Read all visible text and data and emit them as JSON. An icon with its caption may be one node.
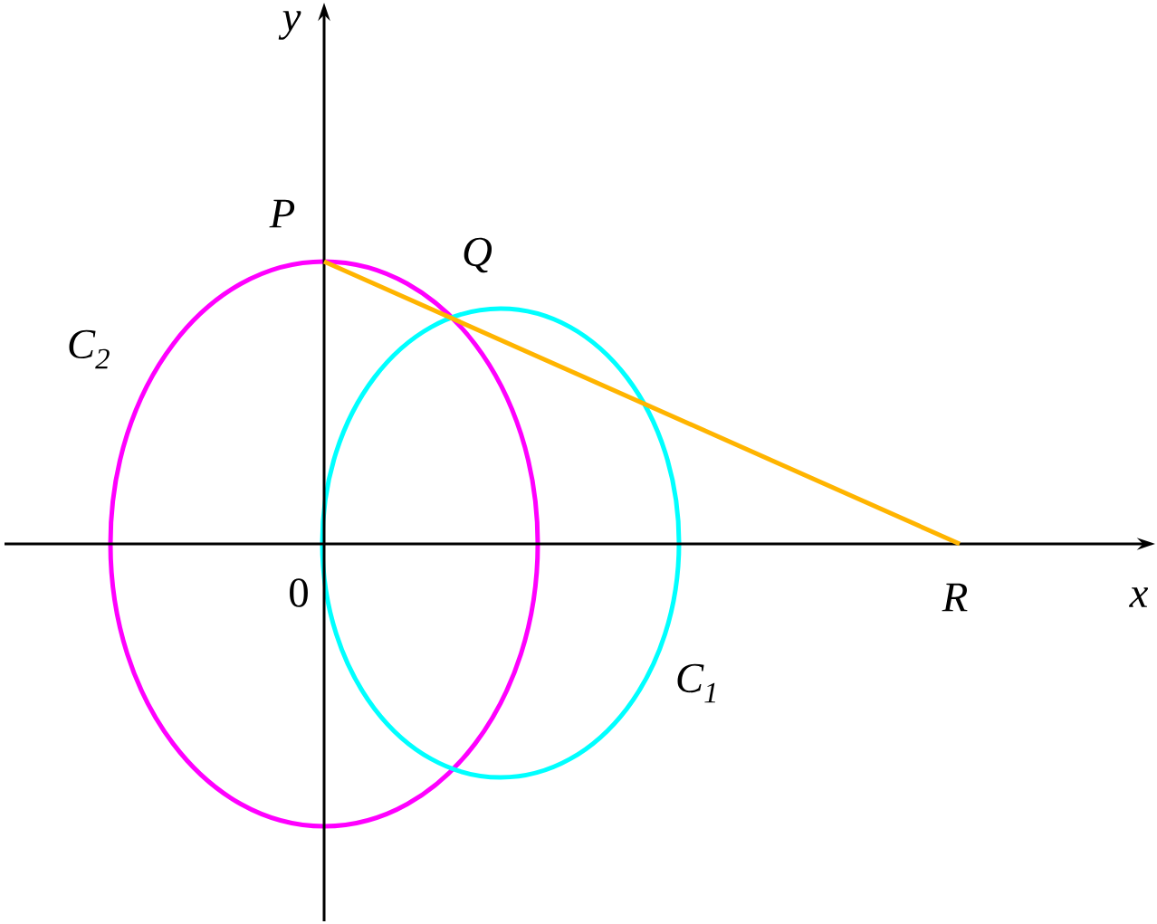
{
  "diagram": {
    "labels": [
      "y",
      "P",
      "Q",
      "C$_{2}$",
      "0",
      "R",
      "x",
      "C$_{1}$"
    ]
  }
}
